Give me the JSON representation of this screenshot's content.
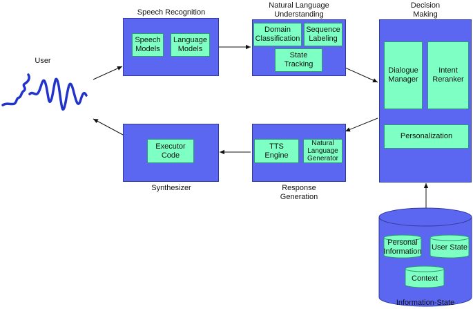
{
  "user": {
    "label": "User"
  },
  "speech_recognition": {
    "title": "Speech Recognition",
    "items": [
      "Speech\nModels",
      "Language\nModels"
    ]
  },
  "nlu": {
    "title": "Natural Language\nUnderstanding",
    "items": [
      "Domain\nClassification",
      "Sequence\nLabeling",
      "State\nTracking"
    ]
  },
  "decision_making": {
    "title": "Decision\nMaking",
    "items": [
      "Dialogue\nManager",
      "Intent\nReranker",
      "Personalization"
    ]
  },
  "response_generation": {
    "title": "Response\nGeneration",
    "items": [
      "TTS\nEngine",
      "Natural\nLanguage\nGenerator"
    ]
  },
  "synthesizer": {
    "title": "Synthesizer",
    "items": [
      "Executor\nCode"
    ]
  },
  "information_state": {
    "title": "Information-State",
    "items": [
      "Personal\nInformation",
      "User State",
      "Context"
    ]
  },
  "colors": {
    "block": "#5b67f0",
    "module": "#7effc4",
    "wave": "#2233cc",
    "arrow": "#111111"
  }
}
